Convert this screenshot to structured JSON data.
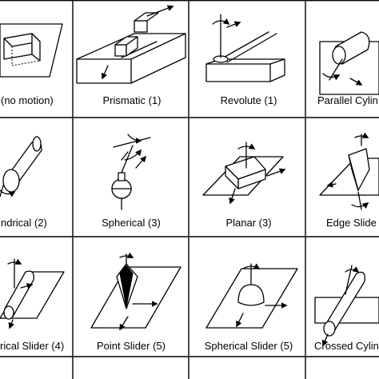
{
  "joints": [
    {
      "label": "(no motion)"
    },
    {
      "label": "Prismatic (1)"
    },
    {
      "label": "Revolute (1)"
    },
    {
      "label": "Parallel Cylin"
    },
    {
      "label": "ndrical (2)"
    },
    {
      "label": "Spherical (3)"
    },
    {
      "label": "Planar (3)"
    },
    {
      "label": "Edge Slide"
    },
    {
      "label": "rical Slider (4)"
    },
    {
      "label": "Point Slider (5)"
    },
    {
      "label": "Spherical Slider (5)"
    },
    {
      "label": "Crossed Cylin"
    }
  ]
}
